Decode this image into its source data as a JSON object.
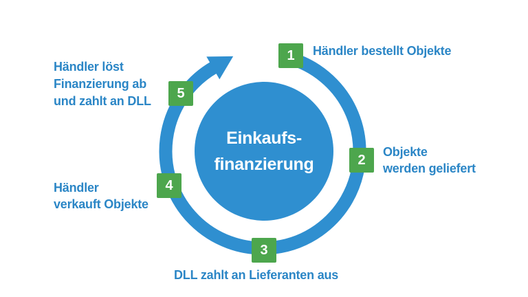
{
  "diagram": {
    "type": "cycle",
    "center": {
      "lines": [
        "Einkaufs-",
        "finanzierung"
      ]
    },
    "steps": [
      {
        "number": "1",
        "label_lines": [
          "Händler bestellt Objekte"
        ]
      },
      {
        "number": "2",
        "label_lines": [
          "Objekte",
          "werden geliefert"
        ]
      },
      {
        "number": "3",
        "label_lines": [
          "DLL zahlt an Lieferanten aus"
        ]
      },
      {
        "number": "4",
        "label_lines": [
          "Händler",
          "verkauft Objekte"
        ]
      },
      {
        "number": "5",
        "label_lines": [
          "Händler löst",
          "Finanzierung ab",
          "und zahlt an DLL"
        ]
      }
    ]
  },
  "colors": {
    "blue": "#2F8FD0",
    "text-blue": "#2B86C6",
    "green": "#4DA64D",
    "bg": "#FFFFFF",
    "white": "#FFFFFF"
  }
}
